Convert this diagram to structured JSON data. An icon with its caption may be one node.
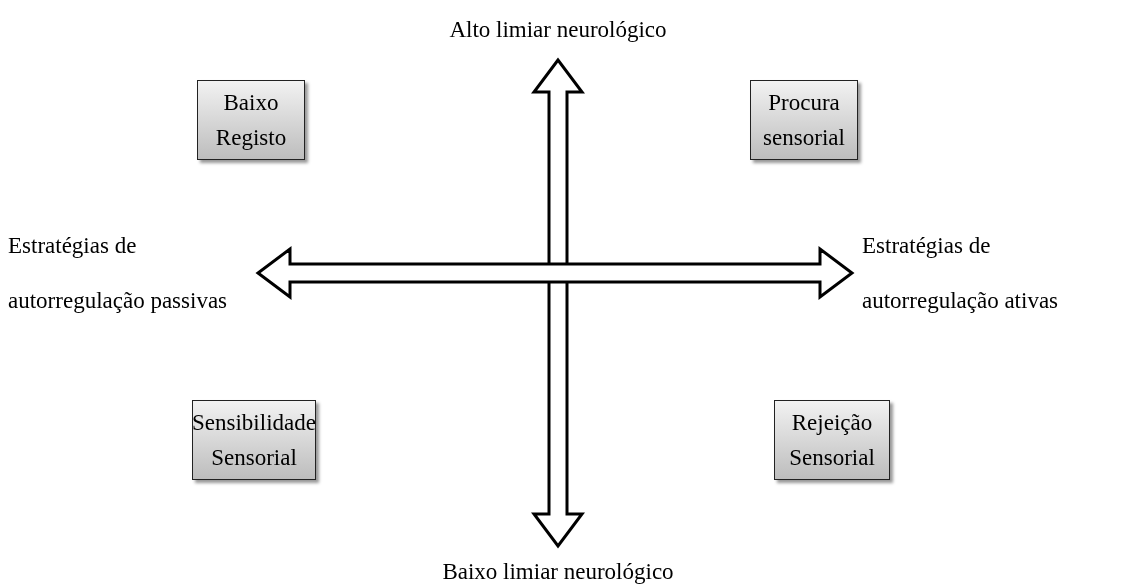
{
  "diagram": {
    "nodes": [
      {
        "text": [
          "Alto limiar neurológico"
        ]
      },
      {
        "text": [
          "Baixo Registo"
        ]
      },
      {
        "text": [
          "Procura sensorial"
        ]
      },
      {
        "text": [
          "Estratégias de autorregulação passivas"
        ]
      },
      {
        "text": [
          "Estratégias de autorregulação ativas"
        ]
      },
      {
        "text": [
          "Sensibilidade Sensorial"
        ]
      },
      {
        "text": [
          "Rejeição Sensorial"
        ]
      },
      {
        "text": [
          "Baixo limiar neurológico"
        ]
      }
    ],
    "edges": [
      {
        "from": 0,
        "to": 7,
        "arrow": "both"
      },
      {
        "from": 3,
        "to": 4,
        "arrow": "both"
      }
    ]
  }
}
